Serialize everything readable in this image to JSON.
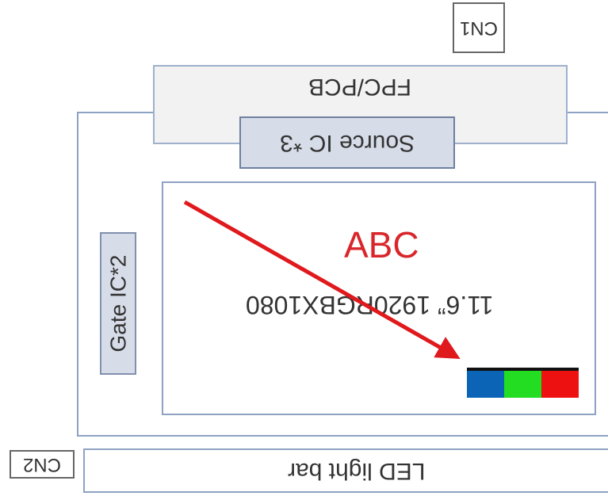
{
  "labels": {
    "cn1": "CN1",
    "fpc": "FPC/PCB",
    "source_ic": "Source IC *3",
    "gate_ic": "Gate IC*2",
    "abc": "ABC",
    "resolution": "11.6” 1920RGBX1080",
    "led_bar": "LED light bar",
    "cn2": "CN2"
  },
  "colors": {
    "arrow": "#e0191d",
    "swatch": [
      "#0b64b5",
      "#22dd22",
      "#ee1111"
    ]
  }
}
